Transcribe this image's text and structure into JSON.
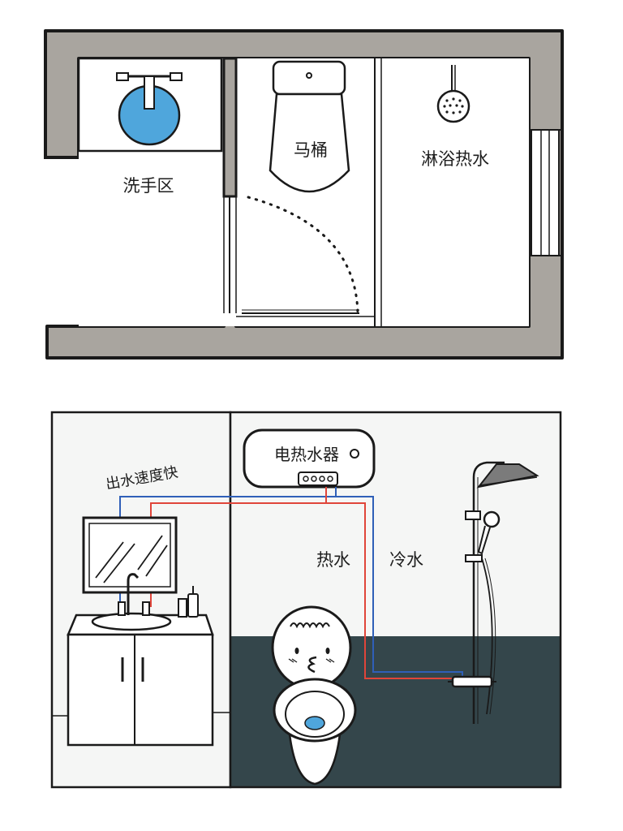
{
  "floor_plan": {
    "labels": {
      "wash_area": "洗手区",
      "toilet": "马桶",
      "shower": "淋浴热水"
    }
  },
  "elevation": {
    "labels": {
      "water_heater": "电热水器",
      "fast_flow": "出水速度快",
      "hot_water": "热水",
      "cold_water": "冷水"
    }
  },
  "colors": {
    "wall": "#a9a59f",
    "outline": "#1a1a1a",
    "floor_dark": "#34464b",
    "wall_light": "#f5f6f5",
    "hot_pipe": "#e0453a",
    "cold_pipe": "#2f5fb8",
    "basin_blue": "#4fa6dc",
    "window_panel": "#ffffff"
  }
}
